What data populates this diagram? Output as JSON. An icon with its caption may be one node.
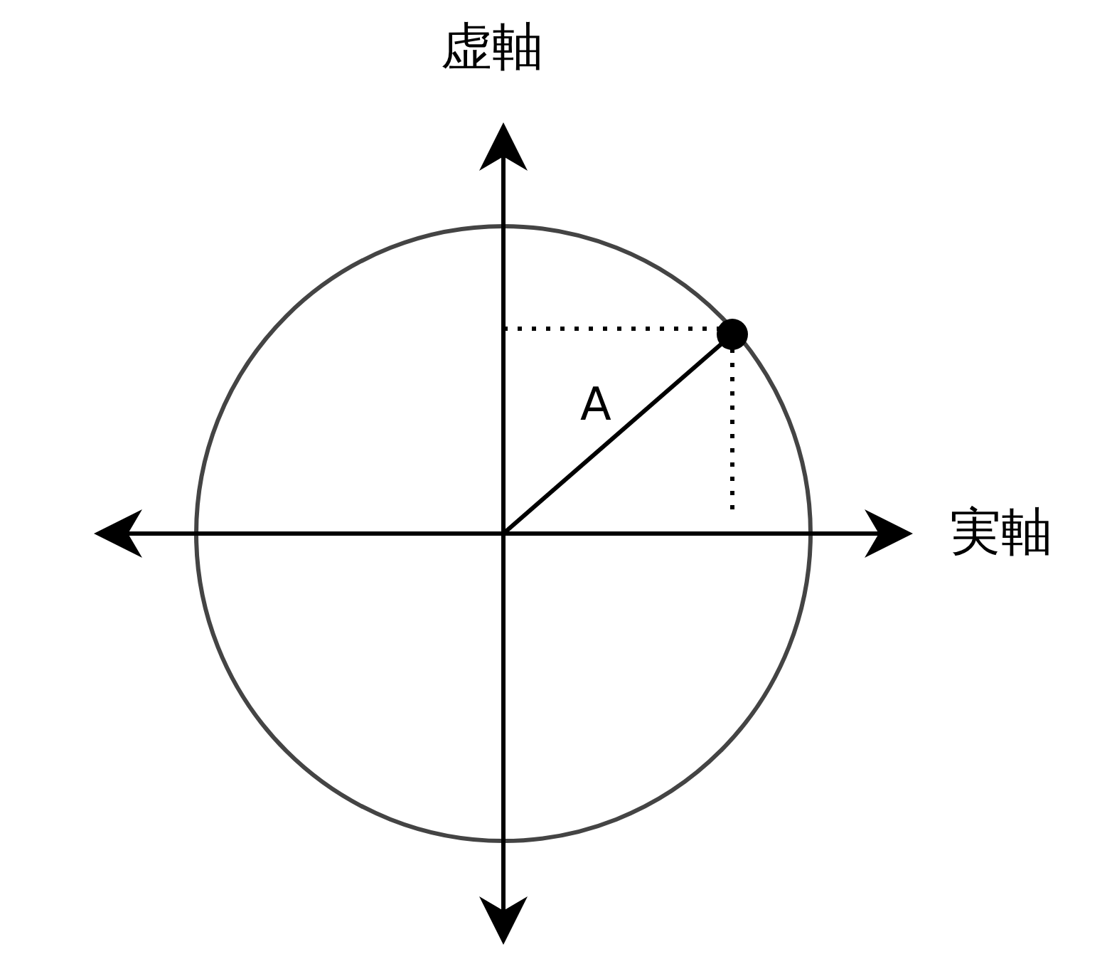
{
  "diagram": {
    "labels": [
      "虚軸",
      "A",
      "実軸"
    ]
  }
}
